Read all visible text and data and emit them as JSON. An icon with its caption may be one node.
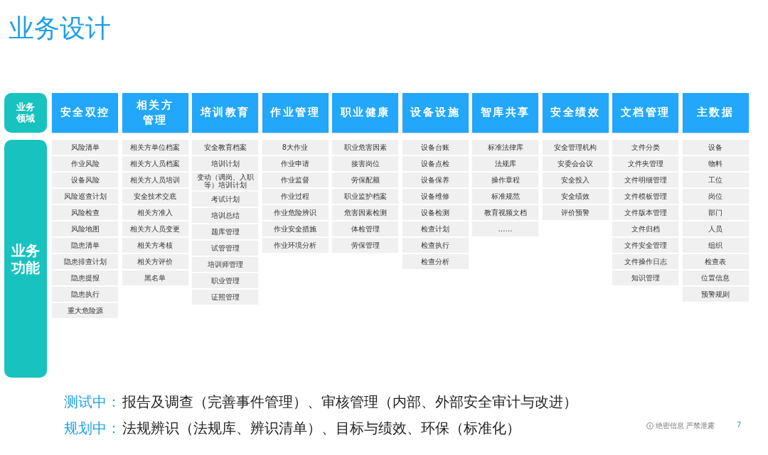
{
  "diagram": {
    "title": "业务设计",
    "nodes": [
      {
        "text": [
          "业务领域"
        ]
      },
      {
        "text": [
          "业务功能"
        ]
      },
      {
        "text": [
          "安全双控"
        ]
      },
      {
        "text": [
          "风险清单"
        ]
      },
      {
        "text": [
          "作业风险"
        ]
      },
      {
        "text": [
          "设备风险"
        ]
      },
      {
        "text": [
          "风险巡查计划"
        ]
      },
      {
        "text": [
          "风险检查"
        ]
      },
      {
        "text": [
          "风险地图"
        ]
      },
      {
        "text": [
          "隐患清单"
        ]
      },
      {
        "text": [
          "隐患排查计划"
        ]
      },
      {
        "text": [
          "隐患提报"
        ]
      },
      {
        "text": [
          "隐患执行"
        ]
      },
      {
        "text": [
          "重大危险源"
        ]
      },
      {
        "text": [
          "相关方管理"
        ]
      },
      {
        "text": [
          "相关方单位档案"
        ]
      },
      {
        "text": [
          "相关方人员档案"
        ]
      },
      {
        "text": [
          "相关方人员培训"
        ]
      },
      {
        "text": [
          "安全技术交底"
        ]
      },
      {
        "text": [
          "相关方准入"
        ]
      },
      {
        "text": [
          "相关方人员变更"
        ]
      },
      {
        "text": [
          "相关方考核"
        ]
      },
      {
        "text": [
          "相关方评价"
        ]
      },
      {
        "text": [
          "黑名单"
        ]
      },
      {
        "text": [
          "培训教育"
        ]
      },
      {
        "text": [
          "安全教育档案"
        ]
      },
      {
        "text": [
          "培训计划"
        ]
      },
      {
        "text": [
          "变动（调岗、入职等）培训计划"
        ]
      },
      {
        "text": [
          "考试计划"
        ]
      },
      {
        "text": [
          "培训总结"
        ]
      },
      {
        "text": [
          "题库管理"
        ]
      },
      {
        "text": [
          "试管管理"
        ]
      },
      {
        "text": [
          "培训师管理"
        ]
      },
      {
        "text": [
          "职业管理"
        ]
      },
      {
        "text": [
          "证照管理"
        ]
      },
      {
        "text": [
          "作业管理"
        ]
      },
      {
        "text": [
          "8大作业"
        ]
      },
      {
        "text": [
          "作业申请"
        ]
      },
      {
        "text": [
          "作业监督"
        ]
      },
      {
        "text": [
          "作业过程"
        ]
      },
      {
        "text": [
          "作业危险辨识"
        ]
      },
      {
        "text": [
          "作业安全措施"
        ]
      },
      {
        "text": [
          "作业环境分析"
        ]
      },
      {
        "text": [
          "职业健康"
        ]
      },
      {
        "text": [
          "职业危害因素"
        ]
      },
      {
        "text": [
          "接害岗位"
        ]
      },
      {
        "text": [
          "劳保配额"
        ]
      },
      {
        "text": [
          "职业监护档案"
        ]
      },
      {
        "text": [
          "危害因素检测"
        ]
      },
      {
        "text": [
          "体检管理"
        ]
      },
      {
        "text": [
          "劳保管理"
        ]
      },
      {
        "text": [
          "设备设施"
        ]
      },
      {
        "text": [
          "设备台账"
        ]
      },
      {
        "text": [
          "设备点检"
        ]
      },
      {
        "text": [
          "设备保养"
        ]
      },
      {
        "text": [
          "设备维修"
        ]
      },
      {
        "text": [
          "设备检测"
        ]
      },
      {
        "text": [
          "检查计划"
        ]
      },
      {
        "text": [
          "检查执行"
        ]
      },
      {
        "text": [
          "检查分析"
        ]
      },
      {
        "text": [
          "智库共享"
        ]
      },
      {
        "text": [
          "标准法律库"
        ]
      },
      {
        "text": [
          "法规库"
        ]
      },
      {
        "text": [
          "操作章程"
        ]
      },
      {
        "text": [
          "标准规范"
        ]
      },
      {
        "text": [
          "教育视频文档"
        ]
      },
      {
        "text": [
          "……"
        ]
      },
      {
        "text": [
          "安全绩效"
        ]
      },
      {
        "text": [
          "安全管理机构"
        ]
      },
      {
        "text": [
          "安委会会议"
        ]
      },
      {
        "text": [
          "安全投入"
        ]
      },
      {
        "text": [
          "安全绩效"
        ]
      },
      {
        "text": [
          "评价预警"
        ]
      },
      {
        "text": [
          "文档管理"
        ]
      },
      {
        "text": [
          "文件分类"
        ]
      },
      {
        "text": [
          "文件夹管理"
        ]
      },
      {
        "text": [
          "文件明细管理"
        ]
      },
      {
        "text": [
          "文件模板管理"
        ]
      },
      {
        "text": [
          "文件版本管理"
        ]
      },
      {
        "text": [
          "文件归档"
        ]
      },
      {
        "text": [
          "文件安全管理"
        ]
      },
      {
        "text": [
          "文件操作日志"
        ]
      },
      {
        "text": [
          "知识管理"
        ]
      },
      {
        "text": [
          "主数据"
        ]
      },
      {
        "text": [
          "设备"
        ]
      },
      {
        "text": [
          "物料"
        ]
      },
      {
        "text": [
          "工位"
        ]
      },
      {
        "text": [
          "岗位"
        ]
      },
      {
        "text": [
          "部门"
        ]
      },
      {
        "text": [
          "人员"
        ]
      },
      {
        "text": [
          "组织"
        ]
      },
      {
        "text": [
          "检查表"
        ]
      },
      {
        "text": [
          "位置信息"
        ]
      },
      {
        "text": [
          "预警规则"
        ]
      }
    ],
    "labels": [
      "测试中：",
      "报告及调查（完善事件管理）、审核管理（内部、外部安全审计与改进）",
      "规划中：",
      "法规辨识（法规库、辨识清单）、目标与绩效、环保（标准化）",
      "绝密信息 严禁泄露",
      "7"
    ]
  }
}
